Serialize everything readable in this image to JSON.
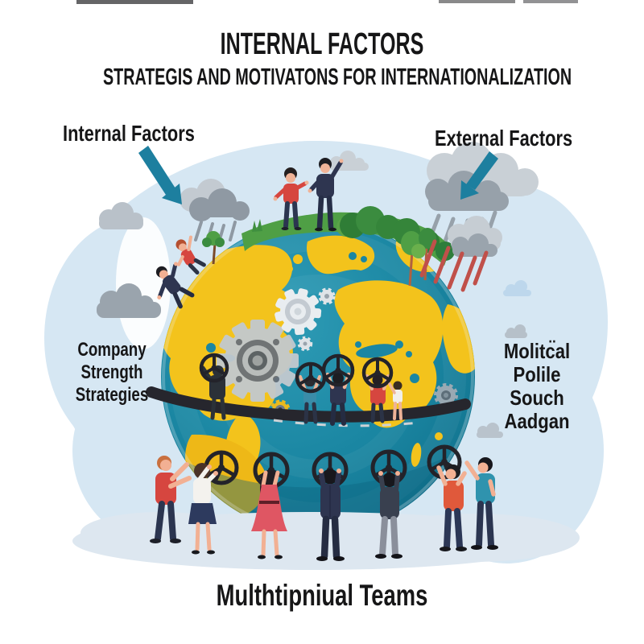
{
  "header": {
    "title": "INTERNAL FACTORS",
    "subtitle": "STRATEGIS AND MOTIVATONS FOR INTERNATIONALIZATION"
  },
  "callouts": {
    "internal": "Internal Factors",
    "external": "External Factors"
  },
  "side_texts": {
    "left": [
      "Company",
      "Strength",
      "Strategies"
    ],
    "right": [
      "Molitc̈al",
      "Polile",
      "Souch",
      "Aadgan"
    ]
  },
  "caption": "Multhtipniual Teams",
  "colors": {
    "text": "#161617",
    "arrow_teal": "#1d7f9f",
    "sky_blob": "#d6e7f3",
    "ocean": "#1a86a2",
    "land_yellow": "#f3c31c",
    "grass_green": "#4f9f45",
    "equator_band": "#26262d",
    "cloud_gray": "#97a1aa",
    "cloud_light": "#c9d0d6",
    "rain_red": "#c0504a",
    "gear_gray": "#c2c9cf",
    "ground_shadow": "#dde7f0",
    "people_red": "#d6463f",
    "people_navy": "#2e3550",
    "people_teal": "#2f93ae",
    "people_orange": "#e0593b"
  }
}
